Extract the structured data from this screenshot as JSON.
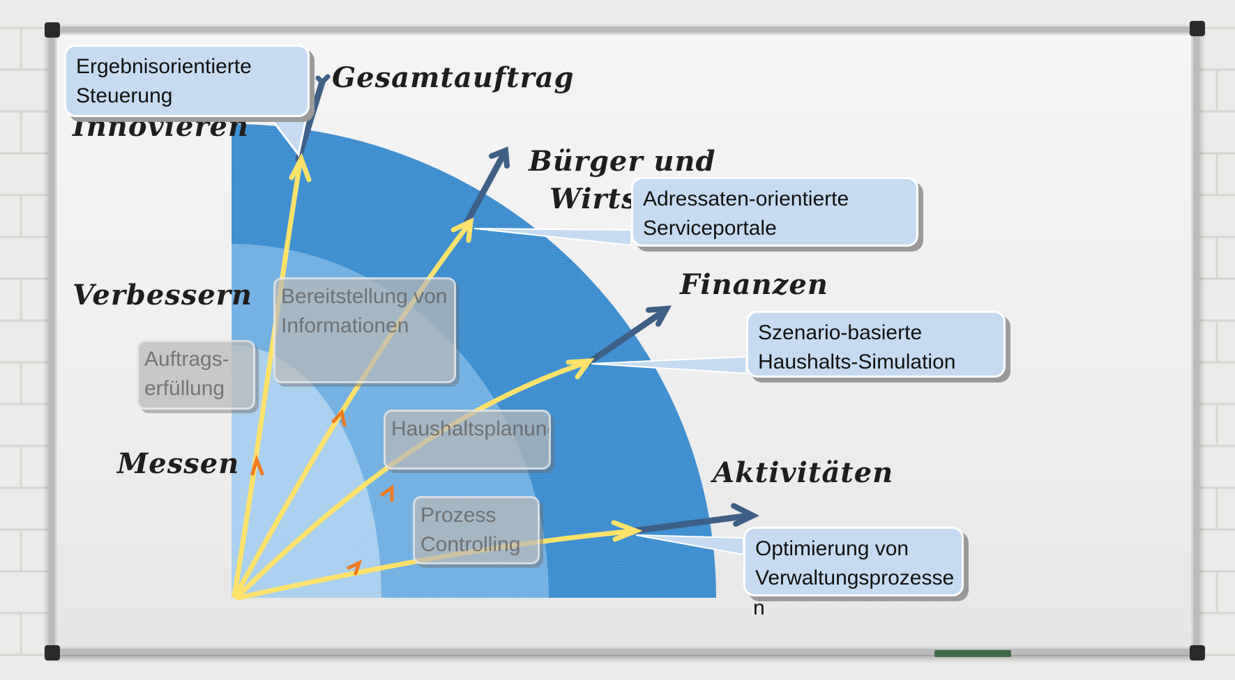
{
  "axes": {
    "gesamtauftrag": "Gesamtauftrag",
    "buerger_line1": "Bürger und",
    "buerger_line2": "Wirtsc",
    "finanzen": "Finanzen",
    "aktivitaeten": "Aktivitäten"
  },
  "levels": {
    "innovieren": "Innovieren",
    "verbessern": "Verbessern",
    "messen": "Messen"
  },
  "callouts": {
    "steuerung": "Ergebnisorientierte Steuerung",
    "serviceportale": "Adressaten-orientierte Serviceportale",
    "haushalt_simulation": "Szenario-basierte Haushalts-Simulation",
    "optimierung": "Optimierung von Verwaltungsprozesse",
    "optimierung_overflow": "n"
  },
  "ghost_callouts": {
    "auftragserfuellung": "Auftrags-erfüllung",
    "bereitstellung": "Bereitstellung von Informationen",
    "haushaltsplanung": "Haushaltsplanung",
    "prozess_controlling": "Prozess Controlling"
  },
  "colors": {
    "wall": "#e9e9e7",
    "board_frame": "#b9babb",
    "quarter_outer": "#3f8fd0",
    "quarter_middle": "#6faee0",
    "quarter_inner": "#a8d0ee",
    "arrow_yellow": "#ffe26a",
    "arrow_orange": "#ef7a1f",
    "arrow_dark": "#3e5f86",
    "callout_fill": "#c6dbf1"
  }
}
